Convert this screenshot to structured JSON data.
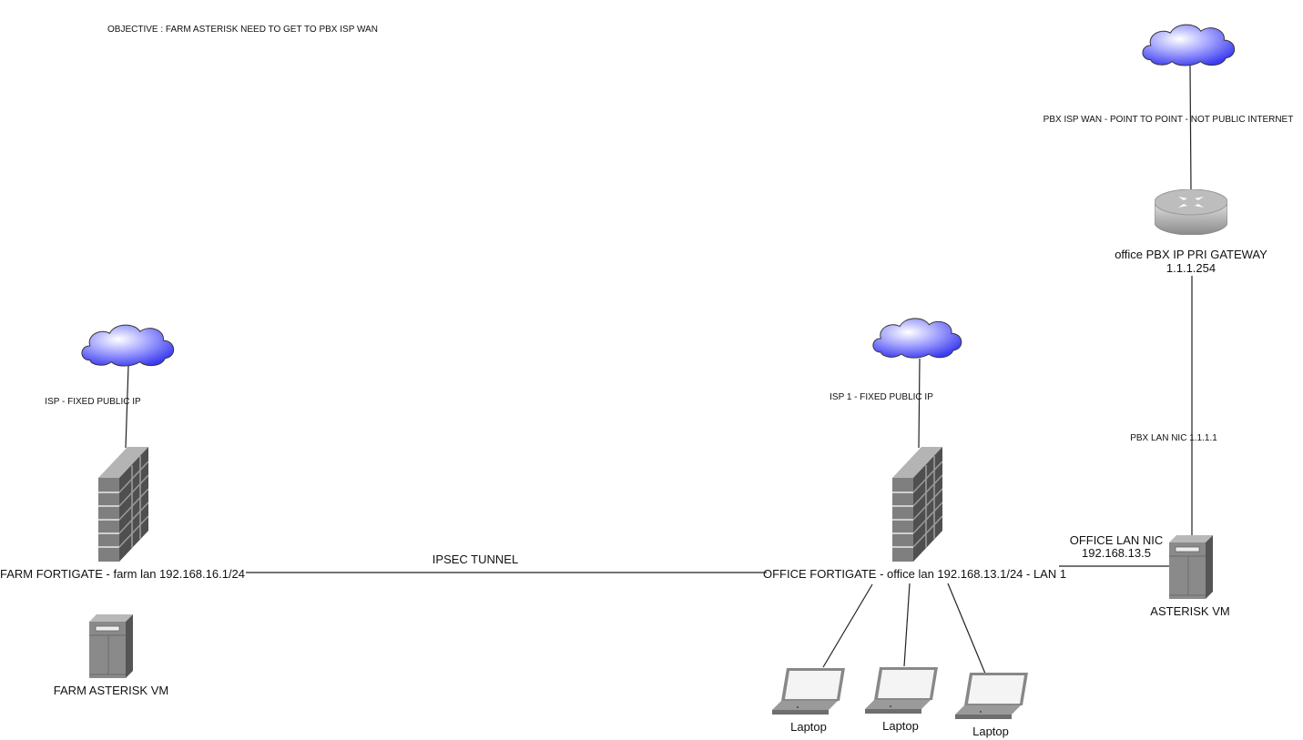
{
  "objective": "OBJECTIVE : FARM ASTERISK NEED TO GET TO PBX ISP WAN",
  "colors": {
    "cloud": "#7b7bff",
    "device_gray": "#8c8c8c",
    "line": "#222222"
  },
  "farm": {
    "isp_label": "ISP - FIXED PUBLIC IP",
    "firewall_label": "FARM FORTIGATE - farm lan 192.168.16.1/24",
    "server_label": "FARM ASTERISK VM"
  },
  "tunnel_label": "IPSEC TUNNEL",
  "office": {
    "isp_label": "ISP 1 - FIXED PUBLIC IP",
    "firewall_label": "OFFICE FORTIGATE - office lan 192.168.13.1/24 - LAN 1",
    "laptops": [
      "Laptop",
      "Laptop",
      "Laptop"
    ],
    "lan_nic_label": "OFFICE LAN NIC",
    "lan_nic_ip": "192.168.13.5",
    "server_label": "ASTERISK VM",
    "pbx_lan_nic": "PBX LAN NIC 1.1.1.1",
    "gateway_label": "office PBX IP PRI GATEWAY",
    "gateway_ip": "1.1.1.254",
    "pbx_wan_label": "PBX ISP WAN - POINT TO POINT - NOT PUBLIC INTERNET"
  }
}
